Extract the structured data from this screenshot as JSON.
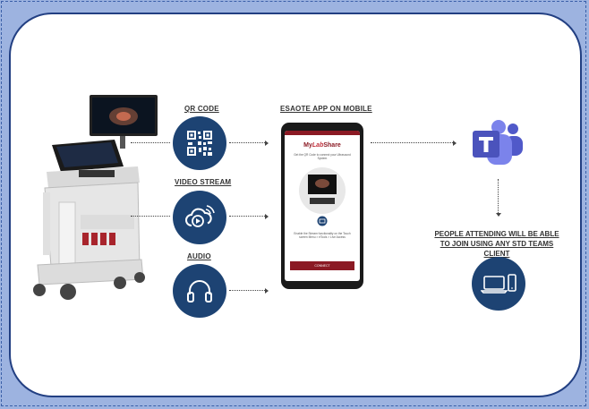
{
  "labels": {
    "qr_code": "QR CODE",
    "video_stream": "VIDEO STREAM",
    "audio": "AUDIO",
    "app_on_mobile": "ESAOTE APP ON MOBILE",
    "people_line1": "PEOPLE ATTENDING WILL BE ABLE",
    "people_line2": "TO JOIN USING ANY STD TEAMS CLIENT"
  },
  "phone_screen": {
    "brand_prefix": "My",
    "brand_mid": "Lab",
    "brand_suffix": "Share",
    "instruction_1": "Get the QR Code to connect your Ultrasound System",
    "instruction_2": "Enable the Stream functionality on the Touch screen Menu > eTools > Live Access",
    "connect_label": "CONNECT"
  },
  "colors": {
    "background": "#9db3e0",
    "card_border": "#223f82",
    "icon_circle": "#1d4373",
    "app_accent": "#8b1a24",
    "teams_purple": "#5b5fc7"
  },
  "icons": [
    "ultrasound-machine",
    "qr-code-icon",
    "cloud-play-icon",
    "headphones-icon",
    "teams-logo",
    "laptop-phone-icon"
  ]
}
